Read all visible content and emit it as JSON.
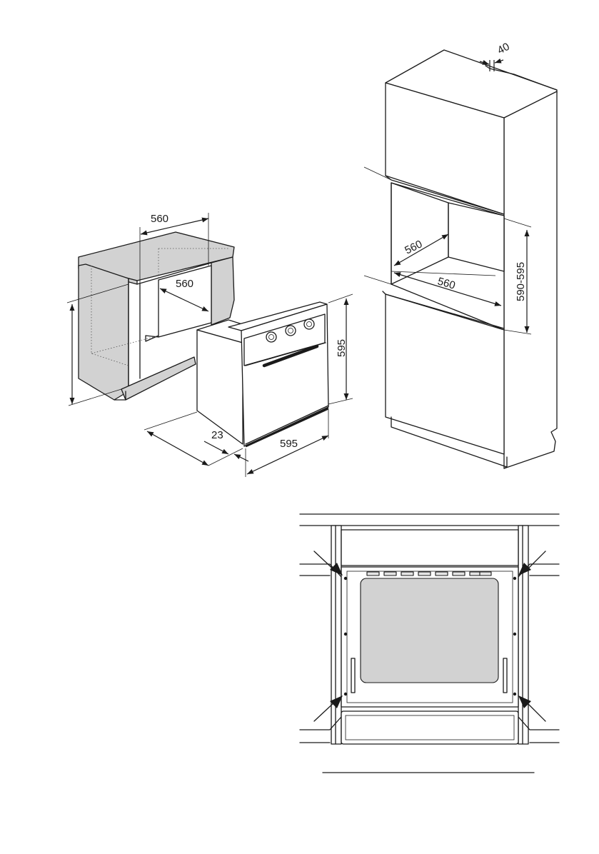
{
  "diagram": {
    "undercounter": {
      "cabinet_width": "560",
      "cabinet_depth": "560",
      "oven_height": "595",
      "oven_width": "595",
      "panel_offset": "23"
    },
    "tall_housing": {
      "gap": "40",
      "niche_width": "560",
      "niche_depth": "560",
      "niche_height": "590-595"
    }
  },
  "colors": {
    "line": "#1a1a1a",
    "shade": "#d2d2d2",
    "light": "#e4e4e4"
  }
}
